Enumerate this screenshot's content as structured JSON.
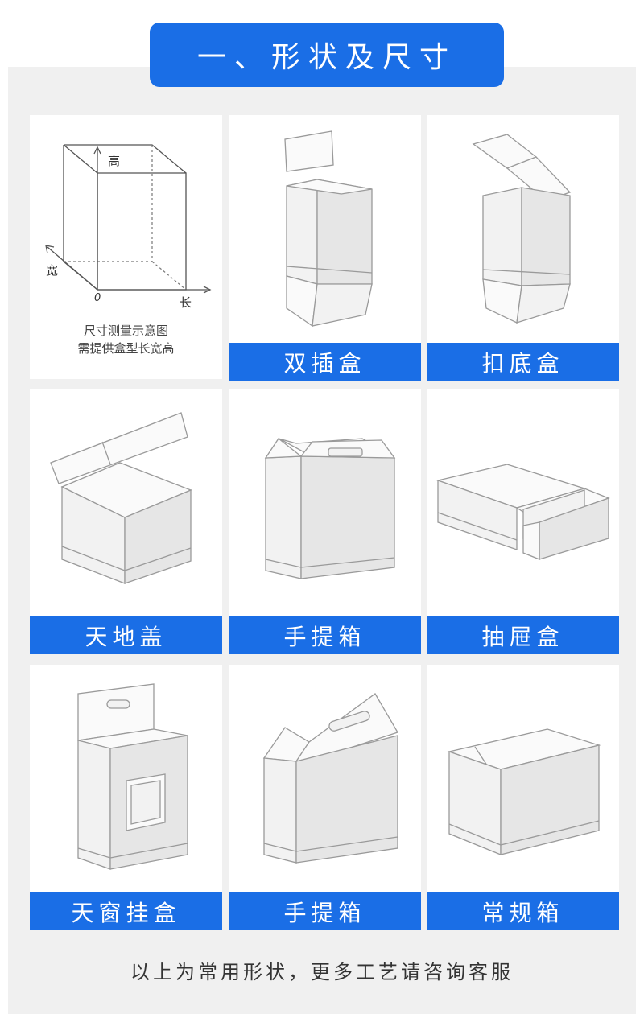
{
  "section_title": "一、形状及尺寸",
  "diagram": {
    "axis_height": "高",
    "axis_width": "宽",
    "axis_length": "长",
    "axis_origin": "0",
    "caption_line1": "尺寸测量示意图",
    "caption_line2": "需提供盒型长宽高"
  },
  "boxes": [
    {
      "label": "双插盒",
      "icon": "double-tuck-box-icon"
    },
    {
      "label": "扣底盒",
      "icon": "lock-bottom-box-icon"
    },
    {
      "label": "天地盖",
      "icon": "lid-base-box-icon"
    },
    {
      "label": "手提箱",
      "icon": "handle-case-icon"
    },
    {
      "label": "抽屉盒",
      "icon": "drawer-box-icon"
    },
    {
      "label": "天窗挂盒",
      "icon": "window-hanger-box-icon"
    },
    {
      "label": "手提箱",
      "icon": "handle-box-icon"
    },
    {
      "label": "常规箱",
      "icon": "regular-carton-icon"
    }
  ],
  "footer": "以上为常用形状，更多工艺请咨询客服",
  "colors": {
    "accent": "#1a6ee6",
    "panel": "#f0f0f0"
  }
}
